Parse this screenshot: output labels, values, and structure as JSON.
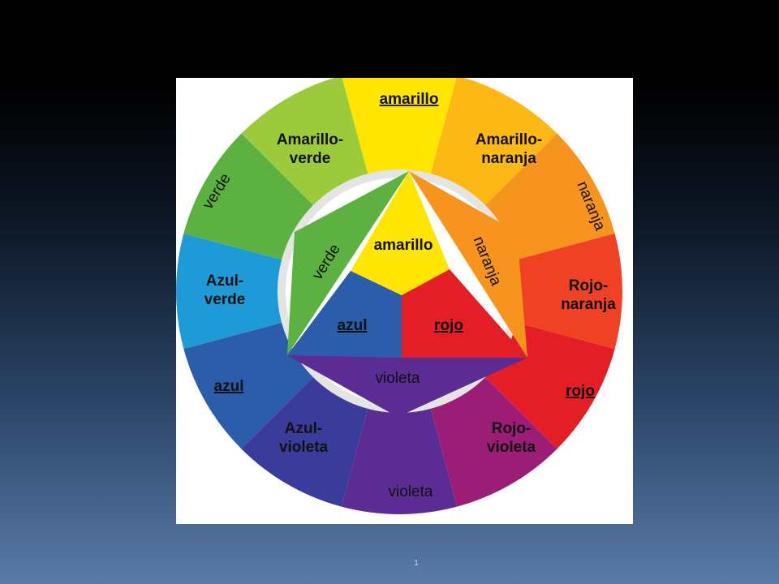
{
  "page_number": "1",
  "outer_ring": [
    {
      "lines": [
        "amarillo"
      ],
      "color": "#FFE600",
      "underline": true
    },
    {
      "lines": [
        "Amarillo-",
        "naranja"
      ],
      "color": "#FDB913"
    },
    {
      "lines": [
        "naranja"
      ],
      "color": "#F7941D",
      "style": "normal",
      "rotated": true
    },
    {
      "lines": [
        "Rojo-",
        "naranja"
      ],
      "color": "#EF4123"
    },
    {
      "lines": [
        "rojo"
      ],
      "color": "#E41E26",
      "underline": true
    },
    {
      "lines": [
        "Rojo-",
        "violeta"
      ],
      "color": "#9B1D76"
    },
    {
      "lines": [
        "violeta"
      ],
      "color": "#5B2C93",
      "style": "normal"
    },
    {
      "lines": [
        "Azul-",
        "violeta"
      ],
      "color": "#3B3B9C"
    },
    {
      "lines": [
        "azul"
      ],
      "color": "#2C5DAA",
      "underline": true
    },
    {
      "lines": [
        "Azul-",
        "verde"
      ],
      "color": "#1E9AD6"
    },
    {
      "lines": [
        "verde"
      ],
      "color": "#5DB140",
      "style": "normal",
      "rotated": true
    },
    {
      "lines": [
        "Amarillo-",
        "verde"
      ],
      "color": "#9BCB3B"
    }
  ],
  "inner": {
    "amarillo": {
      "label": "amarillo",
      "color": "#FFE600"
    },
    "rojo": {
      "label": "rojo",
      "color": "#E41E26"
    },
    "azul": {
      "label": "azul",
      "color": "#2C5DAA"
    },
    "verde": {
      "label": "verde",
      "color": "#5DB140"
    },
    "naranja": {
      "label": "naranja",
      "color": "#F7941D"
    },
    "violeta": {
      "label": "violeta",
      "color": "#5B2C93"
    }
  },
  "ring_background": "#E4E4E4",
  "inner_background": "#FFFFFF"
}
